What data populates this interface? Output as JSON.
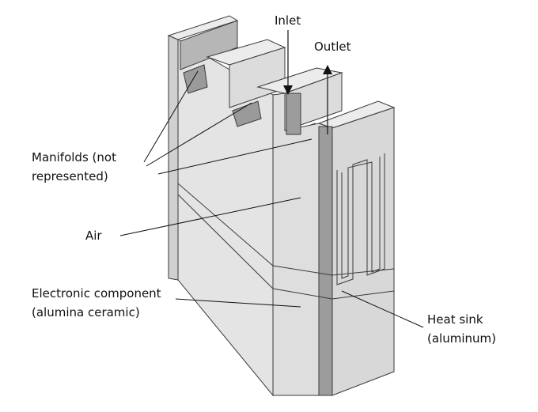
{
  "labels": {
    "inlet": "Inlet",
    "outlet": "Outlet",
    "manifolds_line1": "Manifolds (not",
    "manifolds_line2": "represented)",
    "air": "Air",
    "electronic_line1": "Electronic component",
    "electronic_line2": "(alumina ceramic)",
    "heatsink_line1": "Heat sink",
    "heatsink_line2": "(aluminum)"
  },
  "colors": {
    "face_light": "#e6e6e6",
    "face_mid": "#d6d6d6",
    "face_top": "#ececec",
    "slot_dark": "#a9a9a9",
    "heat_sink_strip": "#9c9c9c",
    "edge": "#3a3a3a",
    "leader": "#111111"
  }
}
